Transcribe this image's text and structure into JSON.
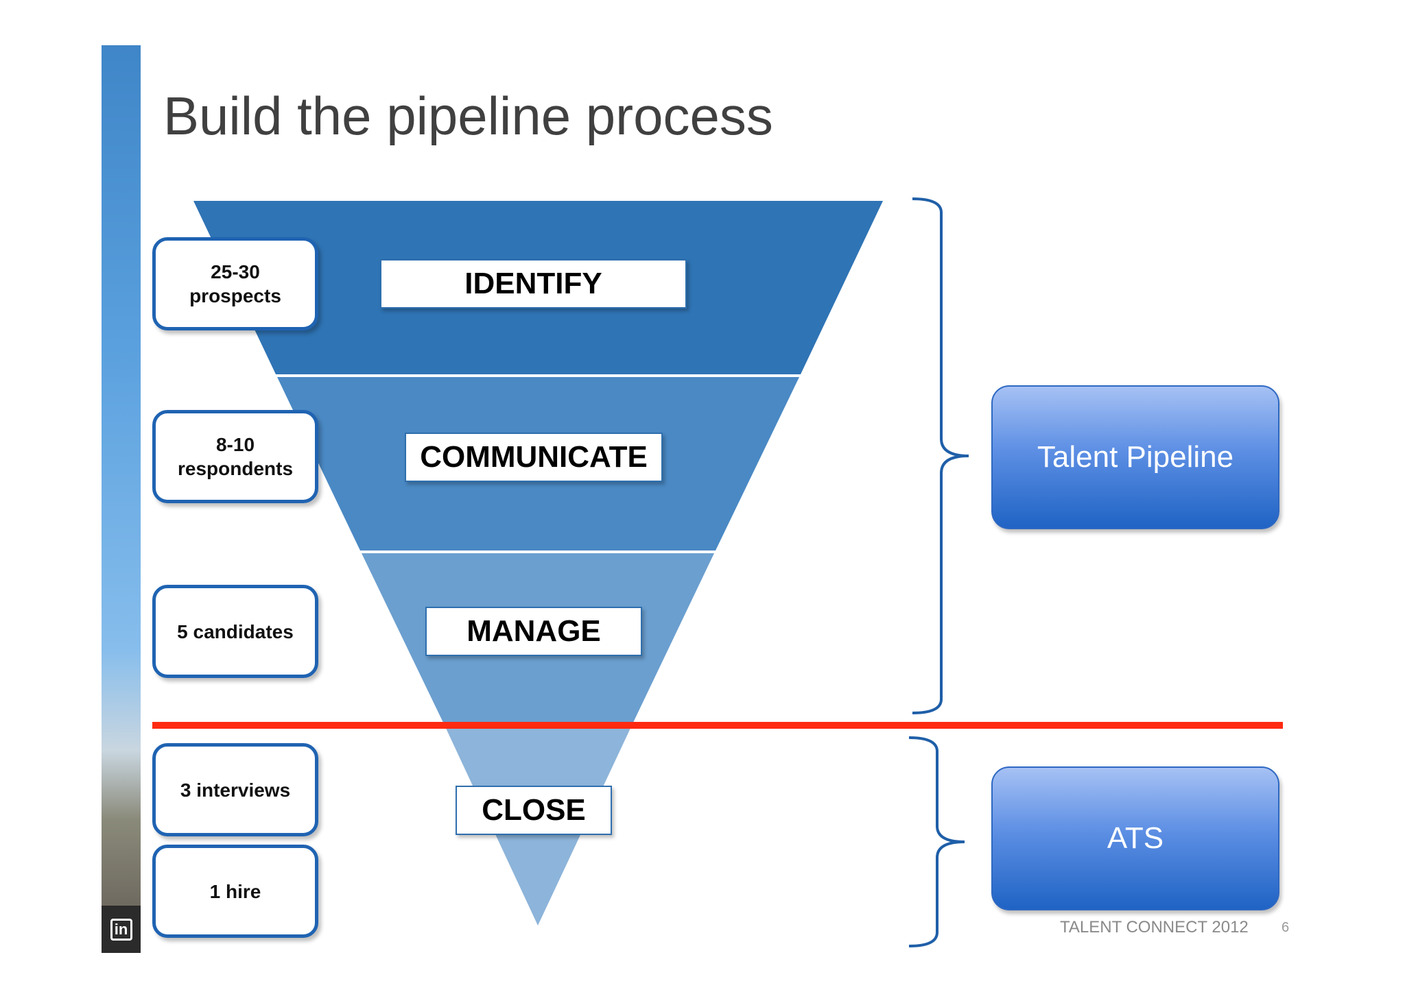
{
  "slide": {
    "title": "Build the pipeline process",
    "logo_text": "in",
    "footer_event": "TALENT CONNECT 2012",
    "footer_page": "6"
  },
  "funnel": {
    "stages": [
      {
        "label": "IDENTIFY",
        "color": "#2f74b5"
      },
      {
        "label": "COMMUNICATE",
        "color": "#4a89c4"
      },
      {
        "label": "MANAGE",
        "color": "#6b9fcf"
      },
      {
        "label": "CLOSE",
        "color": "#8db4da"
      }
    ]
  },
  "counts": [
    "25-30\nprospects",
    "8-10\nrespondents",
    "5 candidates",
    "3 interviews",
    "1 hire"
  ],
  "systems": {
    "talent_pipeline": "Talent Pipeline",
    "ats": "ATS"
  },
  "colors": {
    "divider": "#ff2a10",
    "bracket": "#1f5fa8",
    "box_border": "#1f63b2"
  }
}
